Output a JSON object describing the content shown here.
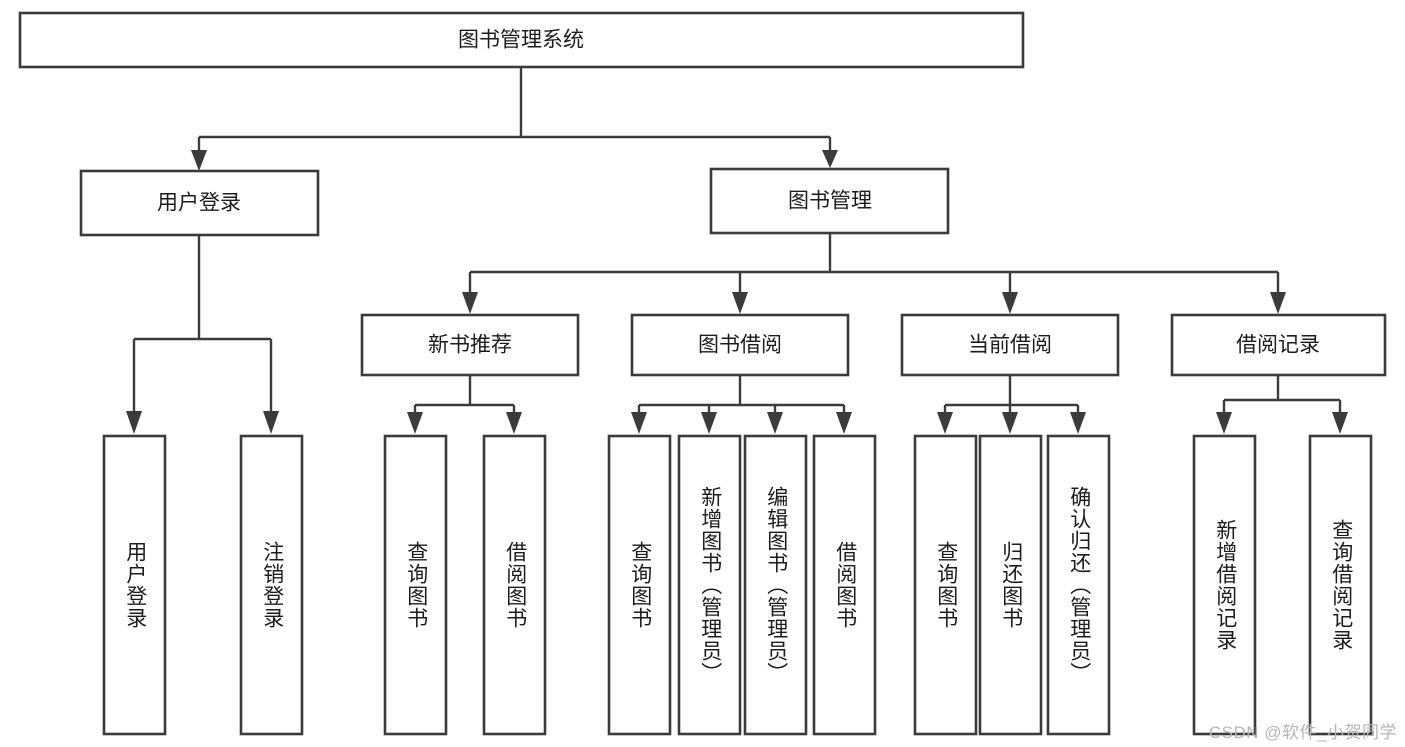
{
  "diagram": {
    "type": "tree-hierarchy",
    "title": "图书管理系统",
    "watermark": "CSDN @软件_小贺同学",
    "colors": {
      "background": "#ffffff",
      "box_stroke": "#3b3b3b",
      "box_fill": "#ffffff",
      "text": "#1c1c1c",
      "watermark": "#b5b5b5"
    },
    "root": {
      "label": "图书管理系统"
    },
    "level2": [
      {
        "label": "用户登录"
      },
      {
        "label": "图书管理"
      }
    ],
    "level3": [
      {
        "label": "新书推荐"
      },
      {
        "label": "图书借阅"
      },
      {
        "label": "当前借阅"
      },
      {
        "label": "借阅记录"
      }
    ],
    "leaves": {
      "user_login": [
        {
          "label": "用户登录"
        },
        {
          "label": "注销登录"
        }
      ],
      "new_book_recommend": [
        {
          "label": "查询图书"
        },
        {
          "label": "借阅图书"
        }
      ],
      "book_borrow": [
        {
          "label": "查询图书"
        },
        {
          "label": "新增图书（管理员）"
        },
        {
          "label": "编辑图书（管理员）"
        },
        {
          "label": "借阅图书"
        }
      ],
      "current_borrow": [
        {
          "label": "查询图书"
        },
        {
          "label": "归还图书"
        },
        {
          "label": "确认归还（管理员）"
        }
      ],
      "borrow_record": [
        {
          "label": "新增借阅记录"
        },
        {
          "label": "查询借阅记录"
        }
      ]
    }
  }
}
